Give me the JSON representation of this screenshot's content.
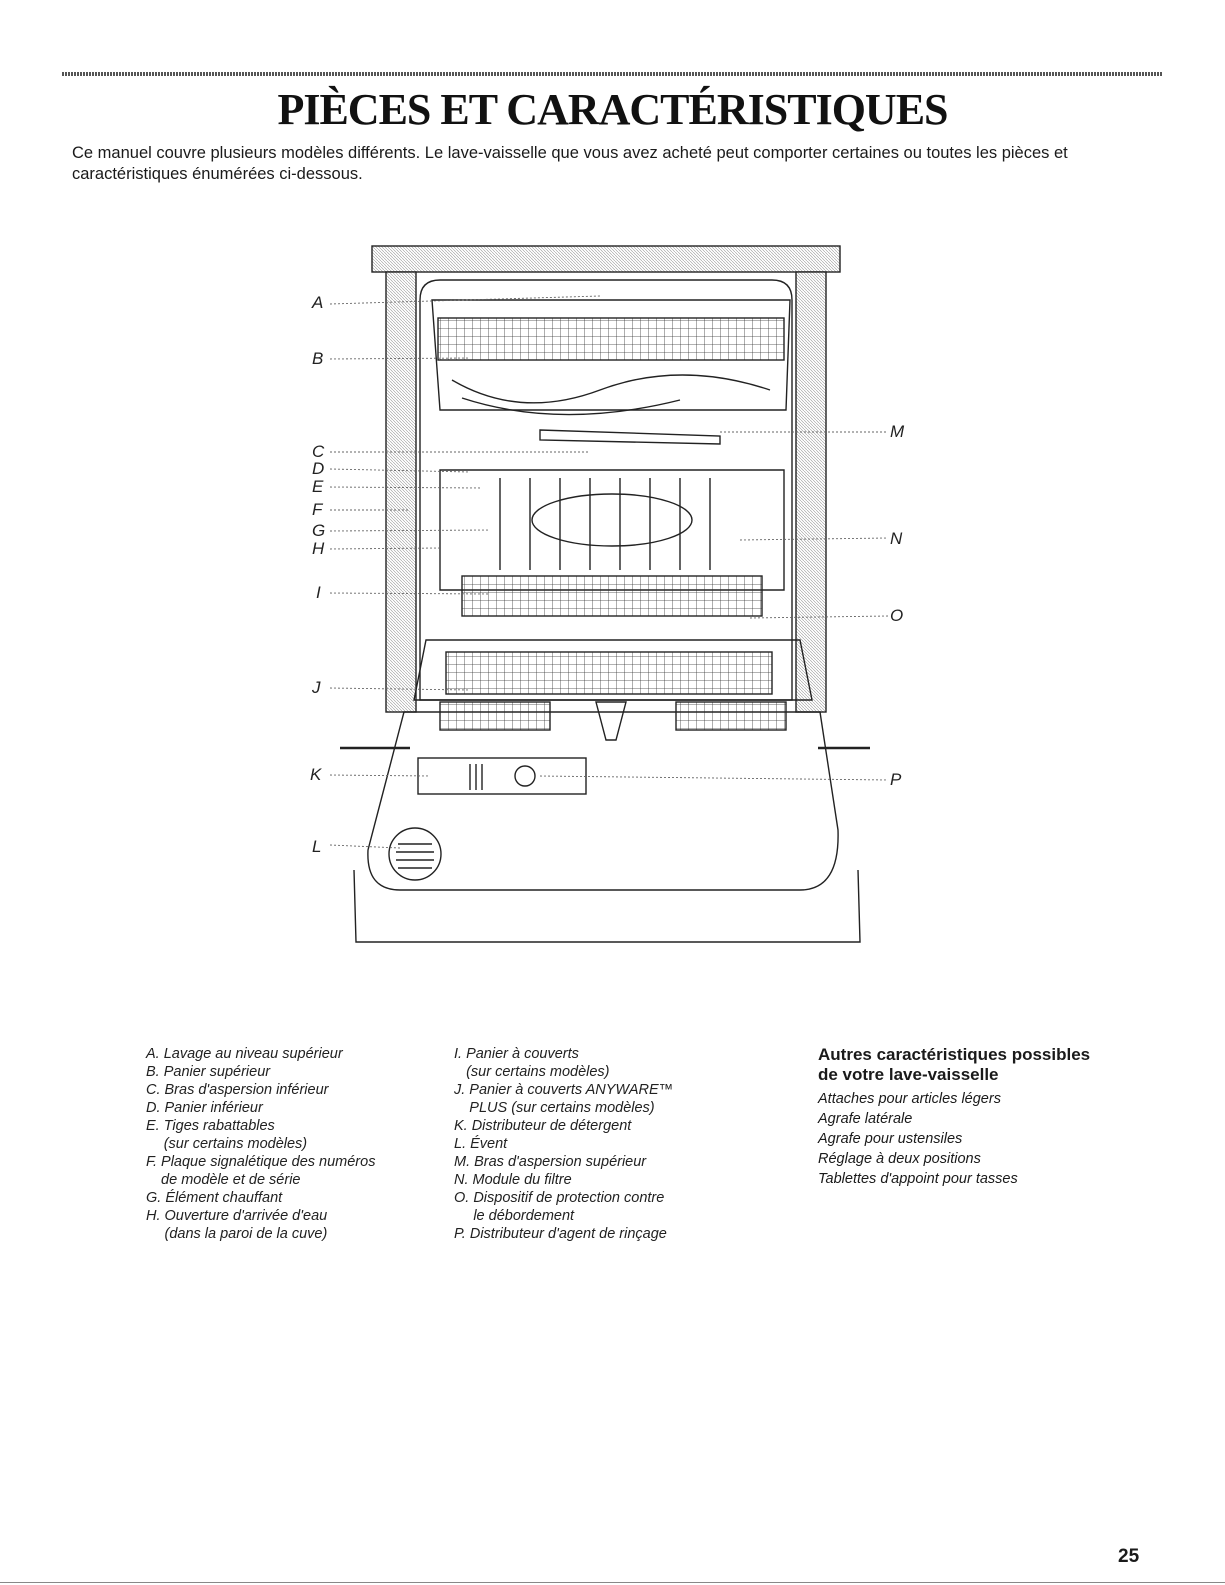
{
  "title": "PIÈCES ET CARACTÉRISTIQUES",
  "intro": "Ce manuel couvre plusieurs modèles différents. Le lave-vaisselle que vous avez acheté peut comporter certaines ou toutes les pièces et caractéristiques énumérées ci-dessous.",
  "callouts": {
    "A": "A",
    "B": "B",
    "C": "C",
    "D": "D",
    "E": "E",
    "F": "F",
    "G": "G",
    "H": "H",
    "I": "I",
    "J": "J",
    "K": "K",
    "L": "L",
    "M": "M",
    "N": "N",
    "O": "O",
    "P": "P"
  },
  "legend_col1": [
    {
      "key": "A.",
      "text": "Lavage au niveau supérieur"
    },
    {
      "key": "B.",
      "text": "Panier supérieur"
    },
    {
      "key": "C.",
      "text": "Bras d'aspersion inférieur"
    },
    {
      "key": "D.",
      "text": "Panier inférieur"
    },
    {
      "key": "E.",
      "text": "Tiges rabattables\n(sur certains modèles)"
    },
    {
      "key": "F.",
      "text": "Plaque signalétique des numéros\nde modèle et de série"
    },
    {
      "key": "G.",
      "text": "Élément chauffant"
    },
    {
      "key": "H.",
      "text": "Ouverture d'arrivée d'eau\n(dans la paroi de la cuve)"
    }
  ],
  "legend_col2": [
    {
      "key": "I.",
      "text": "Panier à couverts\n(sur certains modèles)"
    },
    {
      "key": "J.",
      "text": "Panier à couverts ANYWARE™\nPLUS (sur certains modèles)"
    },
    {
      "key": "K.",
      "text": "Distributeur de détergent"
    },
    {
      "key": "L.",
      "text": "Évent"
    },
    {
      "key": "M.",
      "text": "Bras d'aspersion supérieur"
    },
    {
      "key": "N.",
      "text": "Module du filtre"
    },
    {
      "key": "O.",
      "text": "Dispositif de protection contre\nle débordement"
    },
    {
      "key": "P.",
      "text": "Distributeur d'agent de rinçage"
    }
  ],
  "other_features": {
    "title": "Autres caractéristiques possibles\nde votre lave-vaisselle",
    "items": [
      "Attaches pour articles légers",
      "Agrafe latérale",
      "Agrafe pour ustensiles",
      "Réglage à deux positions",
      "Tablettes d'appoint pour tasses"
    ]
  },
  "page_number": "25"
}
